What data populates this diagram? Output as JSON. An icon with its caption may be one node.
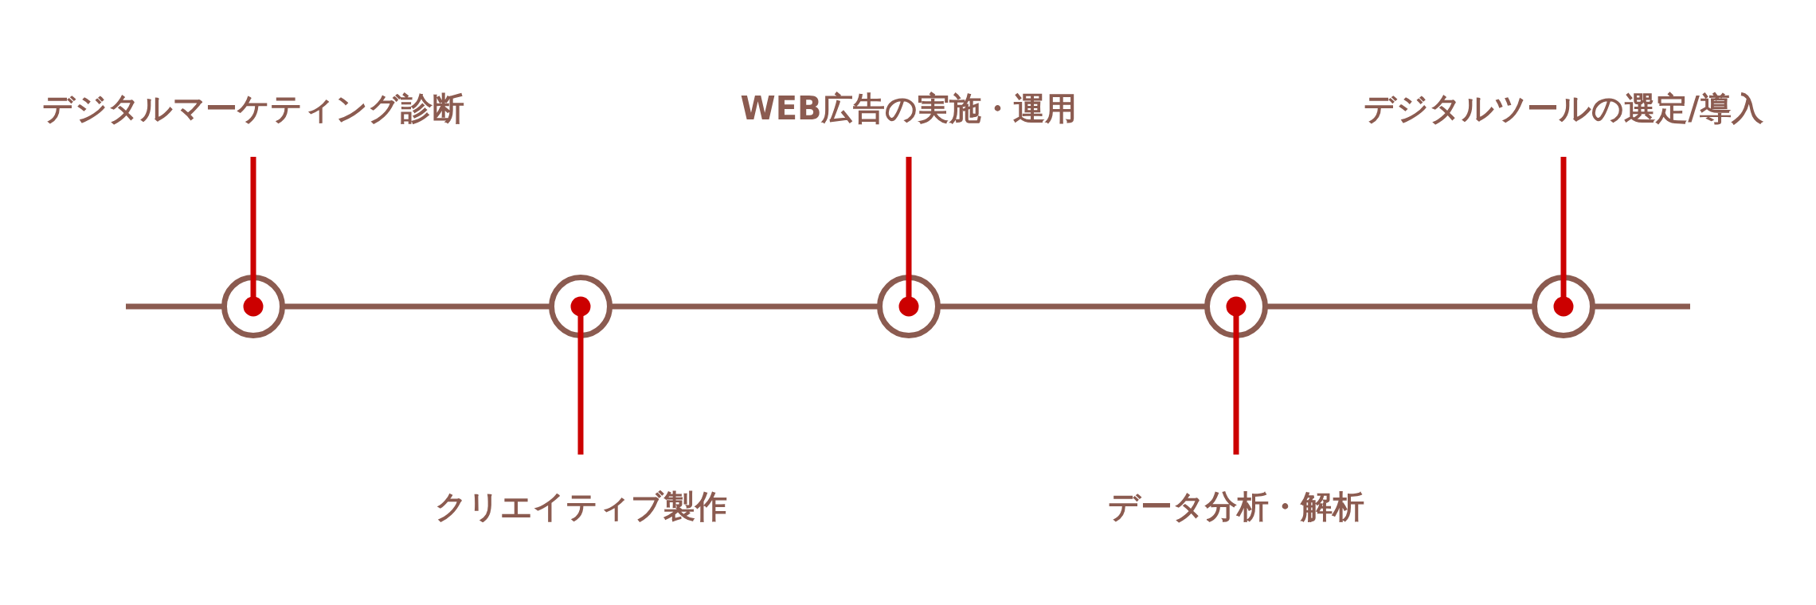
{
  "diagram": {
    "nodes": [
      {
        "text": [
          "デジタルマーケティング診断"
        ]
      },
      {
        "text": [
          "クリエイティブ製作"
        ]
      },
      {
        "text": [
          "WEB広告の実施・運用"
        ]
      },
      {
        "text": [
          "データ分析・解析"
        ]
      },
      {
        "text": [
          "デジタルツールの選定/導入"
        ]
      },
      {
        "text": [],
        "shape": "circle"
      },
      {
        "text": [],
        "shape": "circle"
      },
      {
        "text": [],
        "shape": "circle"
      },
      {
        "text": [],
        "shape": "circle"
      },
      {
        "text": [],
        "shape": "circle"
      }
    ],
    "edges": [
      {
        "from": 0,
        "to": 5,
        "arrow": "other"
      },
      {
        "from": 1,
        "to": 6,
        "arrow": "other"
      },
      {
        "from": 2,
        "to": 7,
        "arrow": "other"
      },
      {
        "from": 3,
        "to": 8,
        "arrow": "other"
      },
      {
        "from": 4,
        "to": 9,
        "arrow": "other"
      }
    ]
  }
}
